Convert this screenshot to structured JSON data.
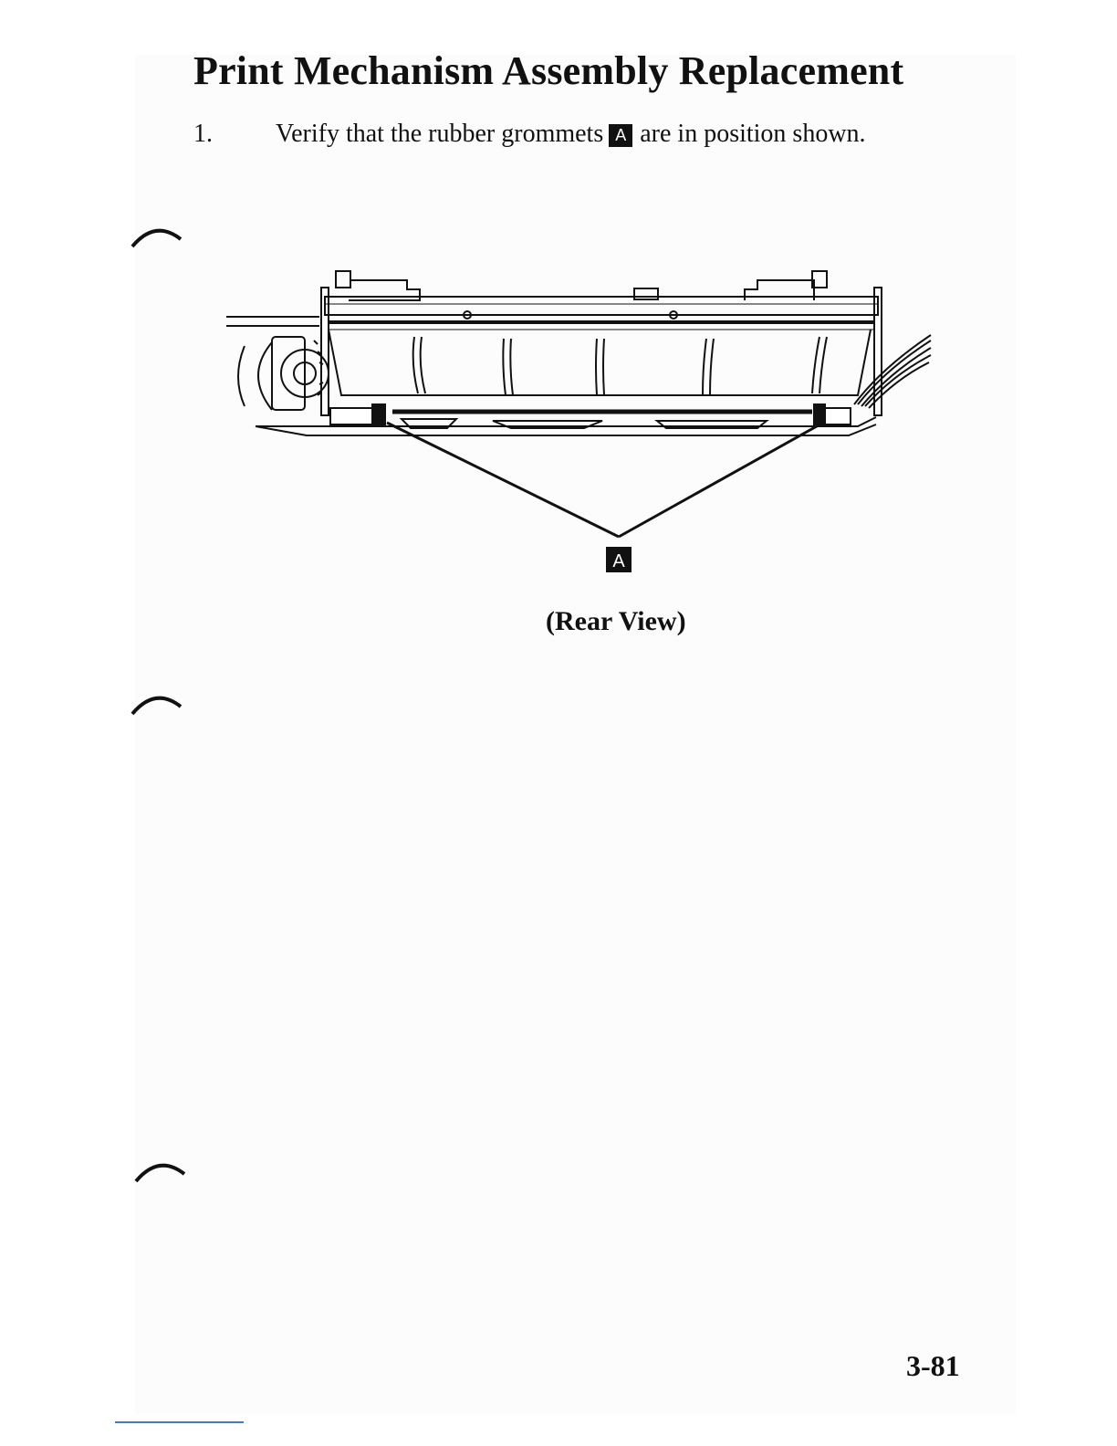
{
  "page": {
    "title": "Print Mechanism Assembly Replacement",
    "step": {
      "number": "1.",
      "text_before": "Verify that the rubber grommets",
      "callout": "A",
      "text_after": "are in position shown."
    },
    "figure": {
      "callout_label": "A",
      "caption": "(Rear View)"
    },
    "page_number": "3-81"
  }
}
